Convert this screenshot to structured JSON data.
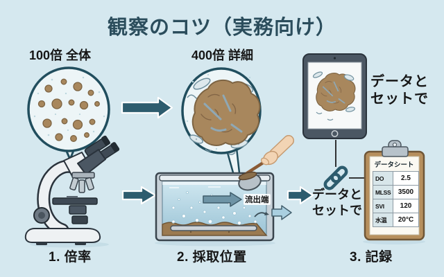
{
  "title": "観察のコツ（実務向け）",
  "panels": {
    "magnification_100": "100倍 全体",
    "magnification_400": "400倍 詳細"
  },
  "steps": [
    {
      "label": "1. 倍率"
    },
    {
      "label": "2. 採取位置"
    },
    {
      "label": "3. 記録"
    }
  ],
  "tank": {
    "flow_label": "流出端"
  },
  "notes": {
    "tablet": {
      "line1": "データと",
      "line2": "セットで"
    },
    "link": {
      "line1": "データと",
      "line2": "セットで"
    }
  },
  "datasheet": {
    "title": "データシート",
    "rows": [
      {
        "key": "DO",
        "value": "2.5"
      },
      {
        "key": "MLSS",
        "value": "3500"
      },
      {
        "key": "SVI",
        "value": "120"
      },
      {
        "key": "水温",
        "value": "20°C"
      }
    ]
  },
  "icons": {
    "link": "chain-link-icon",
    "arrows": "arrow-right-icon"
  },
  "colors": {
    "background": "#d5e8ef",
    "title_text": "#2b4d5c",
    "accent_teal": "#2d5c6e",
    "circle_border": "#214e5e",
    "floc_brown": "#a8875d",
    "clipboard_tan": "#b68f5d",
    "water_blue": "#b7d8e6"
  }
}
